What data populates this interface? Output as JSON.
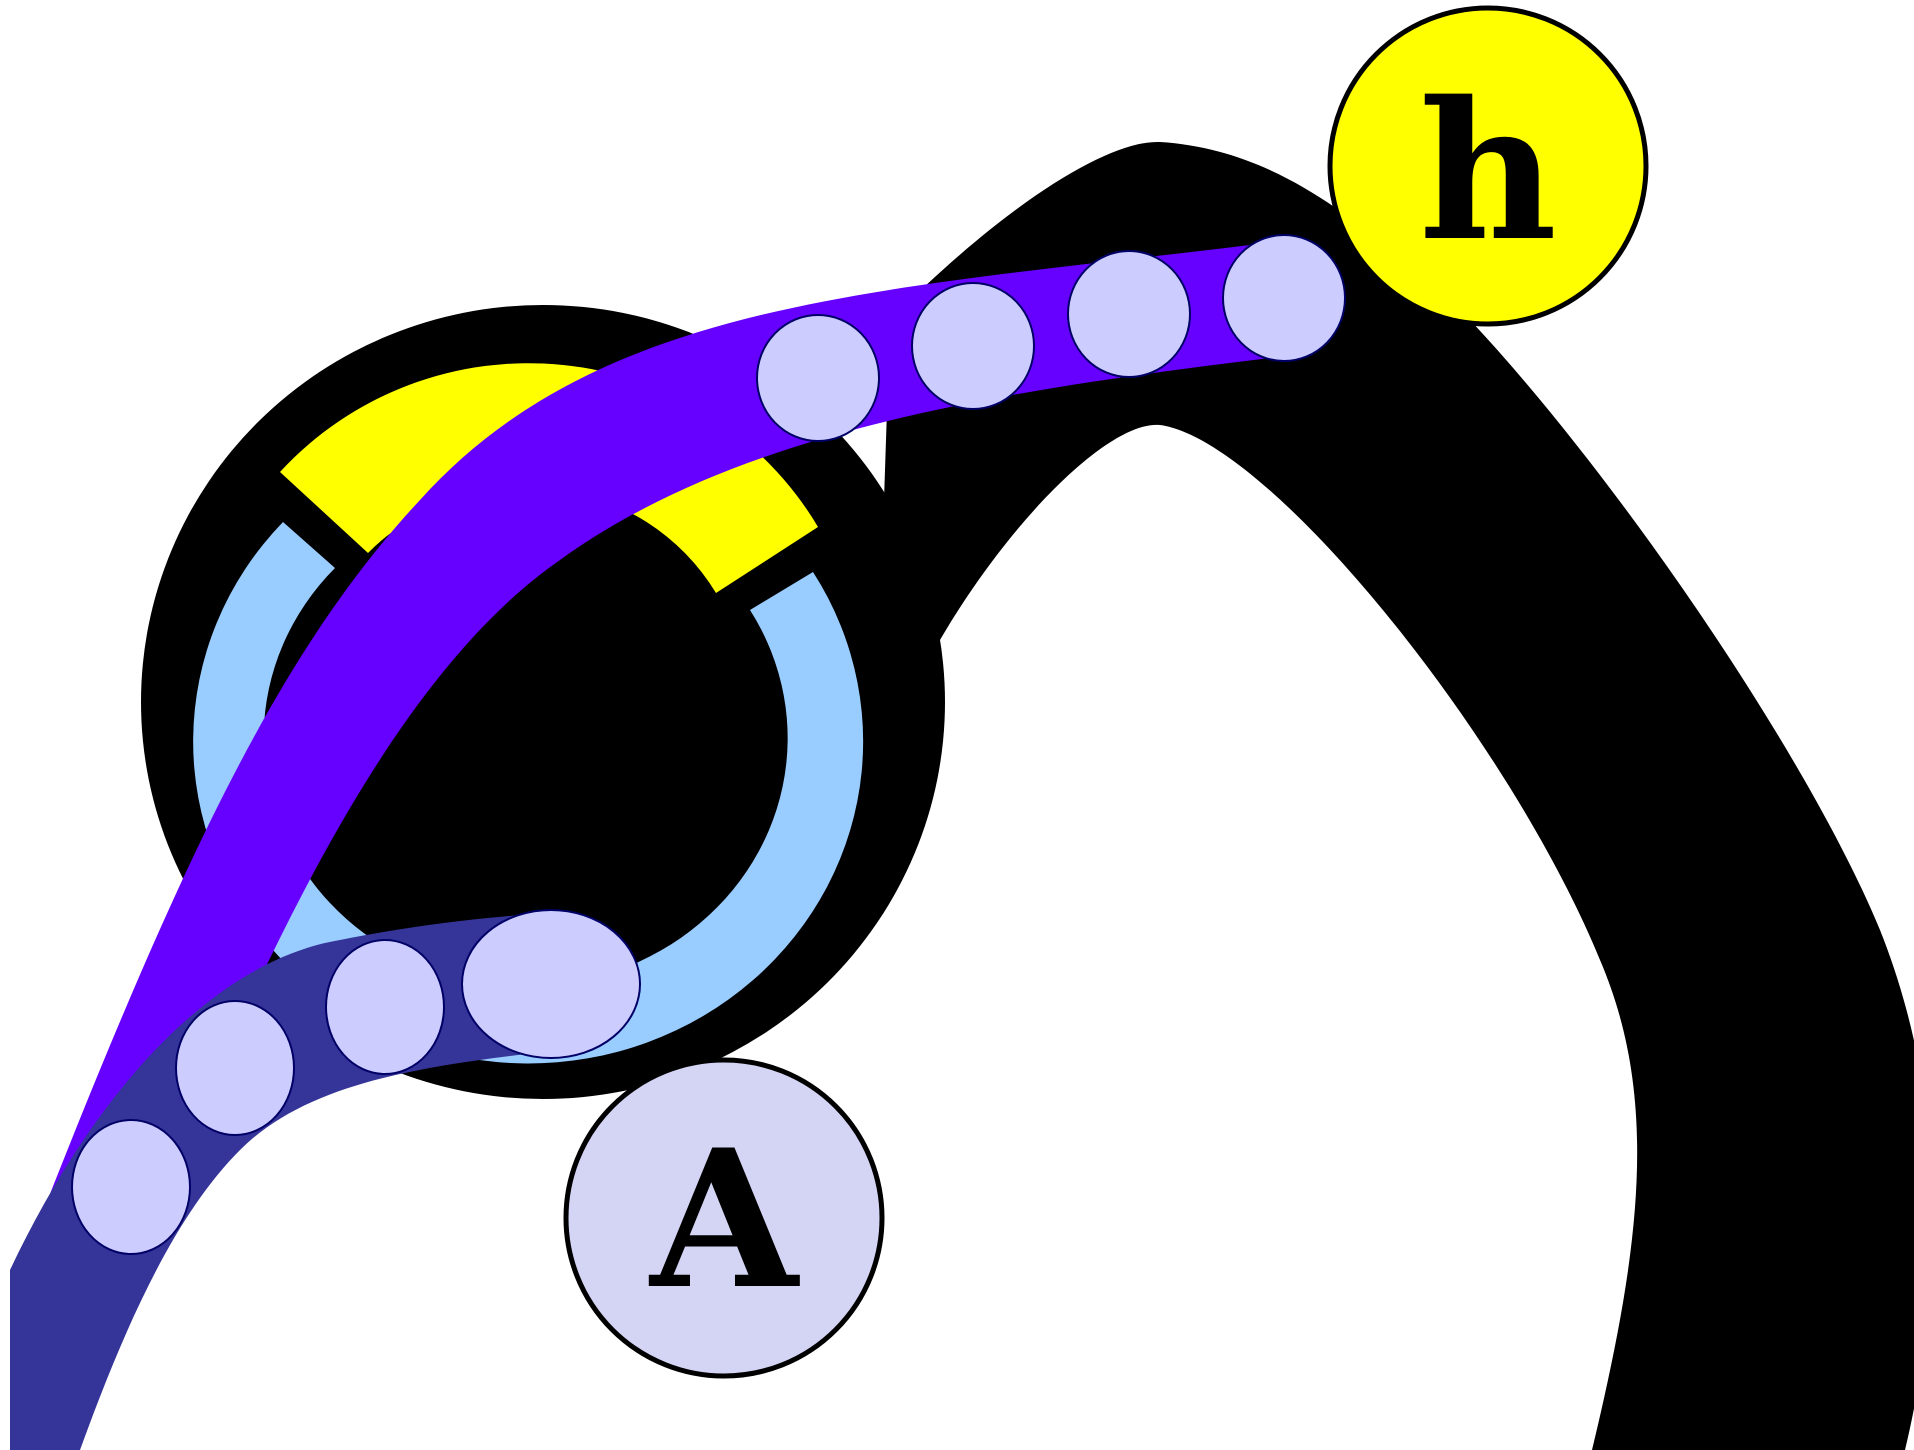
{
  "diagram": {
    "nodes": [
      {
        "id": "h",
        "label": "h",
        "fill": "#ffff00"
      },
      {
        "id": "A",
        "label": "A",
        "fill": "#d4d4f5"
      }
    ],
    "paths": [
      {
        "name": "black-arch-route",
        "color": "#000000"
      },
      {
        "name": "black-ring",
        "color": "#000000"
      },
      {
        "name": "yellow-arc",
        "color": "#ffff00"
      },
      {
        "name": "light-blue-arc",
        "color": "#99ccff"
      },
      {
        "name": "purple-route",
        "color": "#6600ff"
      },
      {
        "name": "navy-route",
        "color": "#353599"
      }
    ],
    "marker_color": "#ccccff"
  }
}
